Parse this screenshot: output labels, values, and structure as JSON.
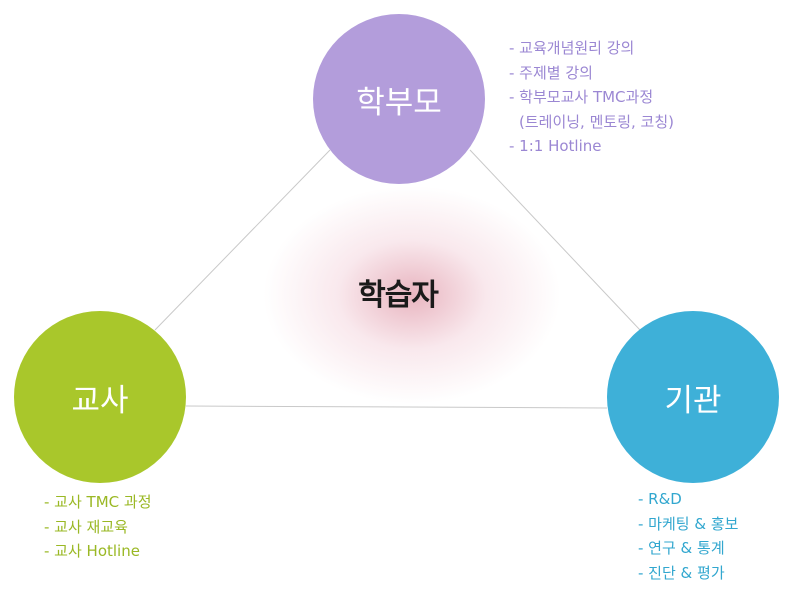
{
  "center": {
    "label": "학습자"
  },
  "nodes": {
    "parents": {
      "label": "학부모",
      "color": "#b39ddb"
    },
    "teacher": {
      "label": "교사",
      "color": "#a9c72b"
    },
    "institution": {
      "label": "기관",
      "color": "#3eb0d8"
    }
  },
  "lists": {
    "parents": [
      "- 교육개념원리 강의",
      "- 주제별 강의",
      "- 학부모교사 TMC과정",
      "(트레이닝, 멘토링, 코칭)",
      "- 1:1 Hotline"
    ],
    "teacher": [
      "- 교사 TMC 과정",
      "- 교사 재교육",
      "- 교사 Hotline"
    ],
    "institution": [
      "- R&D",
      "- 마케팅 & 홍보",
      "- 연구 & 통계",
      "- 진단 & 평가"
    ]
  },
  "colors": {
    "connector": "#c9c9c9",
    "glow": "#d6788c"
  }
}
